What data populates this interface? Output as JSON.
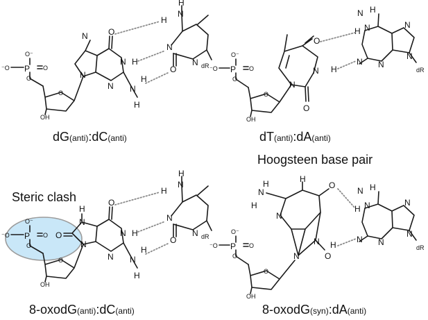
{
  "atoms": {
    "O": "O",
    "O_minus": "O⁻",
    "minus_O": "⁻O",
    "P": "P",
    "N": "N",
    "H": "H",
    "OH": "OH",
    "dR": "dR"
  },
  "captions": {
    "a_base": "dG",
    "a_conf": "(anti)",
    "a_sep": ":",
    "a_partner": "dC",
    "a_pconf": "(anti)",
    "b_base": "dT",
    "b_conf": "(anti)",
    "b_sep": ":",
    "b_partner": "dA",
    "b_pconf": "(anti)",
    "c_base": "8-oxodG",
    "c_conf": "(anti)",
    "c_sep": ":",
    "c_partner": "dC",
    "c_pconf": "(anti)",
    "d_base": "8-oxodG",
    "d_conf": "(syn)",
    "d_sep": ":",
    "d_partner": "dA",
    "d_pconf": "(anti)"
  },
  "labels": {
    "hoogsteen": "Hoogsteen base pair",
    "steric_clash": "Steric clash"
  },
  "colors": {
    "clash_fill": "#c9e7f8",
    "hbond": "#8a8a8a"
  }
}
